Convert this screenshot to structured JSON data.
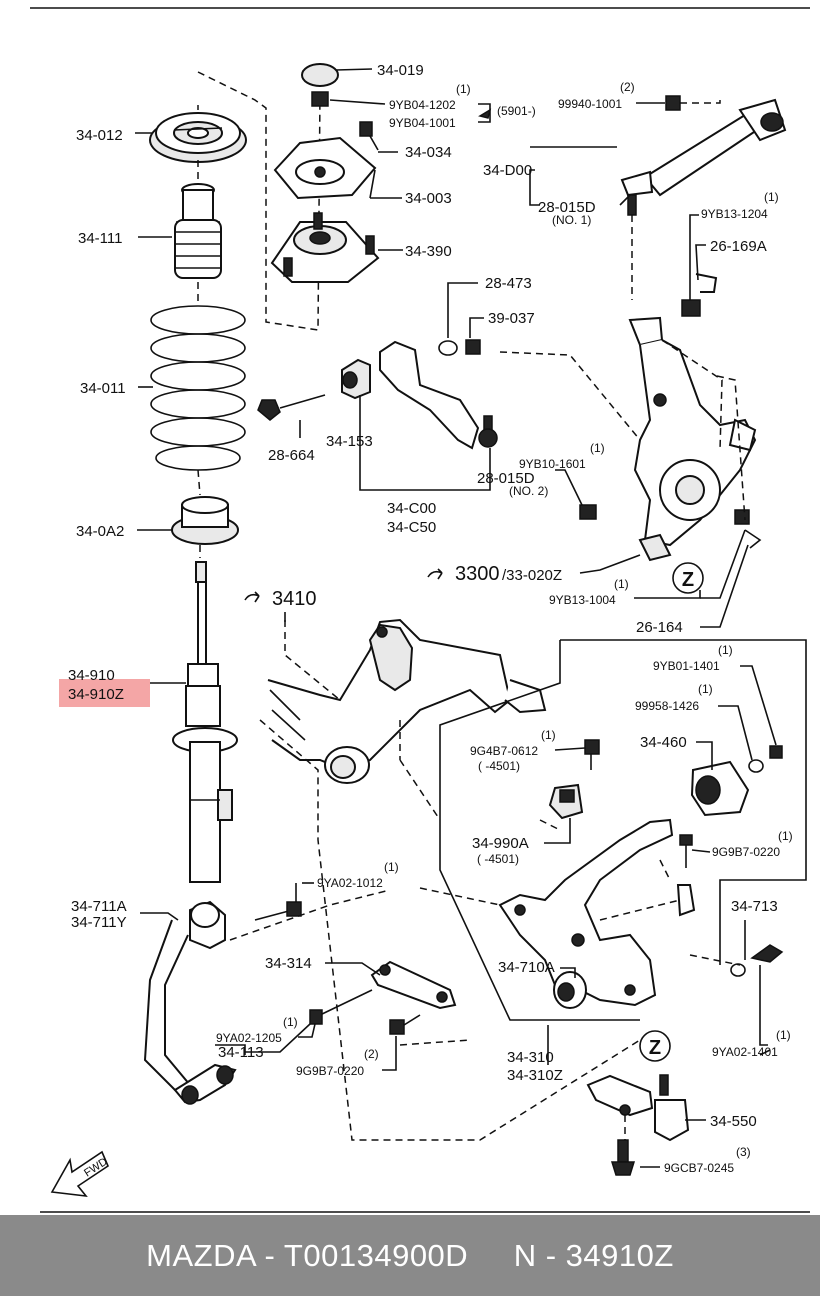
{
  "labels": {
    "p34_019": "34-019",
    "p9yb04_1202": "9YB04-1202",
    "p9yb04_1001": "9YB04-1001",
    "q1a": "(1)",
    "range_5901": "(5901-)",
    "q2a": "(2)",
    "p99940_1001": "99940-1001",
    "p34_012": "34-012",
    "p34_034": "34-034",
    "p34_d00": "34-D00",
    "p34_003": "34-003",
    "p28_015d_1": "28-015D",
    "no1": "(NO. 1)",
    "q1b": "(1)",
    "p9yb13_1204": "9YB13-1204",
    "p34_111": "34-111",
    "p34_390": "34-390",
    "p26_169a": "26-169A",
    "p28_473": "28-473",
    "p39_037": "39-037",
    "p34_011": "34-011",
    "p34_153": "34-153",
    "q1c": "(1)",
    "p9yb10_1601": "9YB10-1601",
    "p28_015d_2": "28-015D",
    "no2": "(NO. 2)",
    "p28_664": "28-664",
    "p34_c00": "34-C00",
    "p34_c50": "34-C50",
    "p34_0a2": "34-0A2",
    "p3300": "3300",
    "p33_020z": "/33-020Z",
    "q1d": "(1)",
    "p9yb13_1004": "9YB13-1004",
    "p3410": "3410",
    "p26_164": "26-164",
    "p34_910": "34-910",
    "p34_910z": "34-910Z",
    "q1e": "(1)",
    "p9yb01_1401": "9YB01-1401",
    "q1f": "(1)",
    "p99958_1426": "99958-1426",
    "q1g": "(1)",
    "p9g4b7_0612": "9G4B7-0612",
    "range_4501a": "( -4501)",
    "p34_460": "34-460",
    "p34_990a": "34-990A",
    "range_4501b": "( -4501)",
    "q1h": "(1)",
    "p9g9b7_0220a": "9G9B7-0220",
    "q1i": "(1)",
    "p9ya02_1012": "9YA02-1012",
    "p34_711a": "34-711A",
    "p34_711y": "34-711Y",
    "p34_713": "34-713",
    "p34_314": "34-314",
    "p34_710a": "34-710A",
    "q1j": "(1)",
    "p9ya02_1205": "9YA02-1205",
    "p34_113": "34-113",
    "q2b": "(2)",
    "p9g9b7_0220b": "9G9B7-0220",
    "p34_310": "34-310",
    "p34_310z": "34-310Z",
    "q1k": "(1)",
    "p9ya02_1401": "9YA02-1401",
    "p34_550": "34-550",
    "q3": "(3)",
    "p9gcb7_0245": "9GCB7-0245",
    "z": "Z",
    "fwd": "FWD"
  },
  "highlight_color": "#f4a6a6",
  "footer": {
    "text": "MAZDA - T00134900D     N - 34910Z"
  }
}
